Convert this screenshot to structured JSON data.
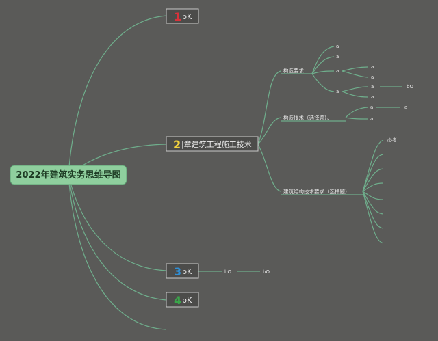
{
  "root": {
    "label": "2022年建筑实务思维导图"
  },
  "topics": [
    {
      "number": "1",
      "number_color": "#d9323a",
      "label": "bK"
    },
    {
      "number": "2",
      "number_color": "#f2d23c",
      "label": "|章建筑工程施工技术"
    },
    {
      "number": "3",
      "number_color": "#2f8fd6",
      "label": "bK"
    },
    {
      "number": "4",
      "number_color": "#3aa64a",
      "label": "bK"
    }
  ],
  "topic2_children": {
    "gouzao_yaoqiu": "构造要求",
    "gouzao_jishu": "构造技术（选择题）、",
    "jiegou_jishu": "建筑结构技术要求（选择题）",
    "bikao": "必考",
    "leaf_a": "a",
    "leaf_bO": "bO"
  },
  "topic3_children": {
    "first": "bO",
    "second": "bO"
  }
}
